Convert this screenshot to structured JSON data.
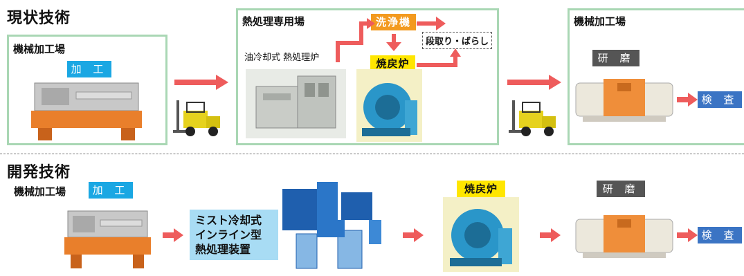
{
  "current": {
    "title": "現状技術",
    "machining_shop": {
      "label": "機械加工場",
      "process": "加 工"
    },
    "heat_shop": {
      "label": "熱処理専用場",
      "furnace_caption": "油冷却式 熱処理炉",
      "wash": "洗浄機",
      "setup": "段取り・ばらし",
      "temper": "焼戻炉"
    },
    "finishing_shop": {
      "label": "機械加工場",
      "grind": "研 磨",
      "inspect": "検 査"
    }
  },
  "developed": {
    "title": "開発技術",
    "shop_label": "機械加工場",
    "process": "加 工",
    "mist_lines": [
      "ミスト冷却式",
      "インライン型",
      "熱処理装置"
    ],
    "temper": "焼戻炉",
    "grind": "研 磨",
    "inspect": "検 査"
  },
  "colors": {
    "arrow": "#ee5c5c",
    "box_border": "#a9d7b4",
    "process_tag": "#1aa7e3",
    "grind_tag": "#555555",
    "inspect_tag": "#3b74c4",
    "wash_tag": "#f39a1f",
    "temper_tag": "#ffe600",
    "mist_box": "#a8dcf4"
  }
}
